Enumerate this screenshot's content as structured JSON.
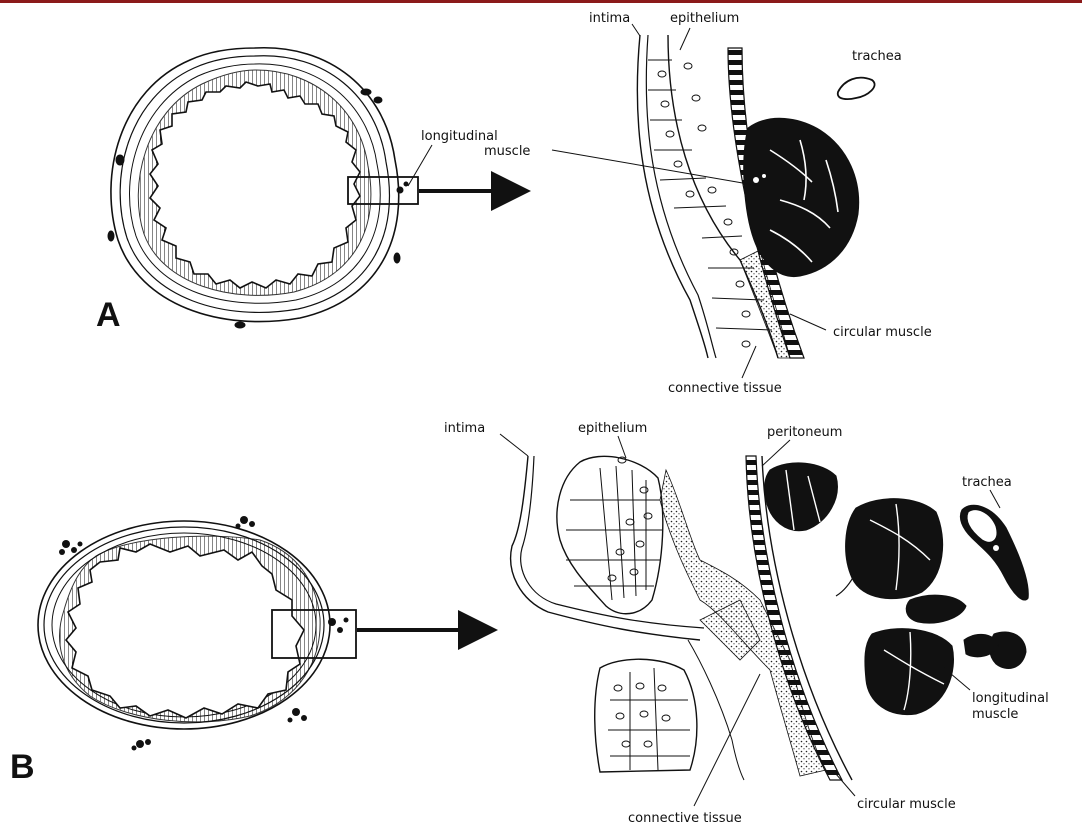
{
  "panels": {
    "a": {
      "letter": "A",
      "labels": {
        "intima": "intima",
        "epithelium": "epithelium",
        "trachea": "trachea",
        "longitudinal_muscle": "longitudinal",
        "longitudinal_muscle_2": "muscle",
        "circular_muscle": "circular muscle",
        "connective_tissue": "connective tissue"
      }
    },
    "b": {
      "letter": "B",
      "labels": {
        "intima": "intima",
        "epithelium": "epithelium",
        "peritoneum": "peritoneum",
        "trachea": "trachea",
        "longitudinal_muscle": "longitudinal",
        "longitudinal_muscle_2": "muscle",
        "circular_muscle": "circular muscle",
        "connective_tissue": "connective tissue"
      }
    }
  },
  "colors": {
    "ink": "#111111",
    "top_bar": "#8b1a1a"
  }
}
